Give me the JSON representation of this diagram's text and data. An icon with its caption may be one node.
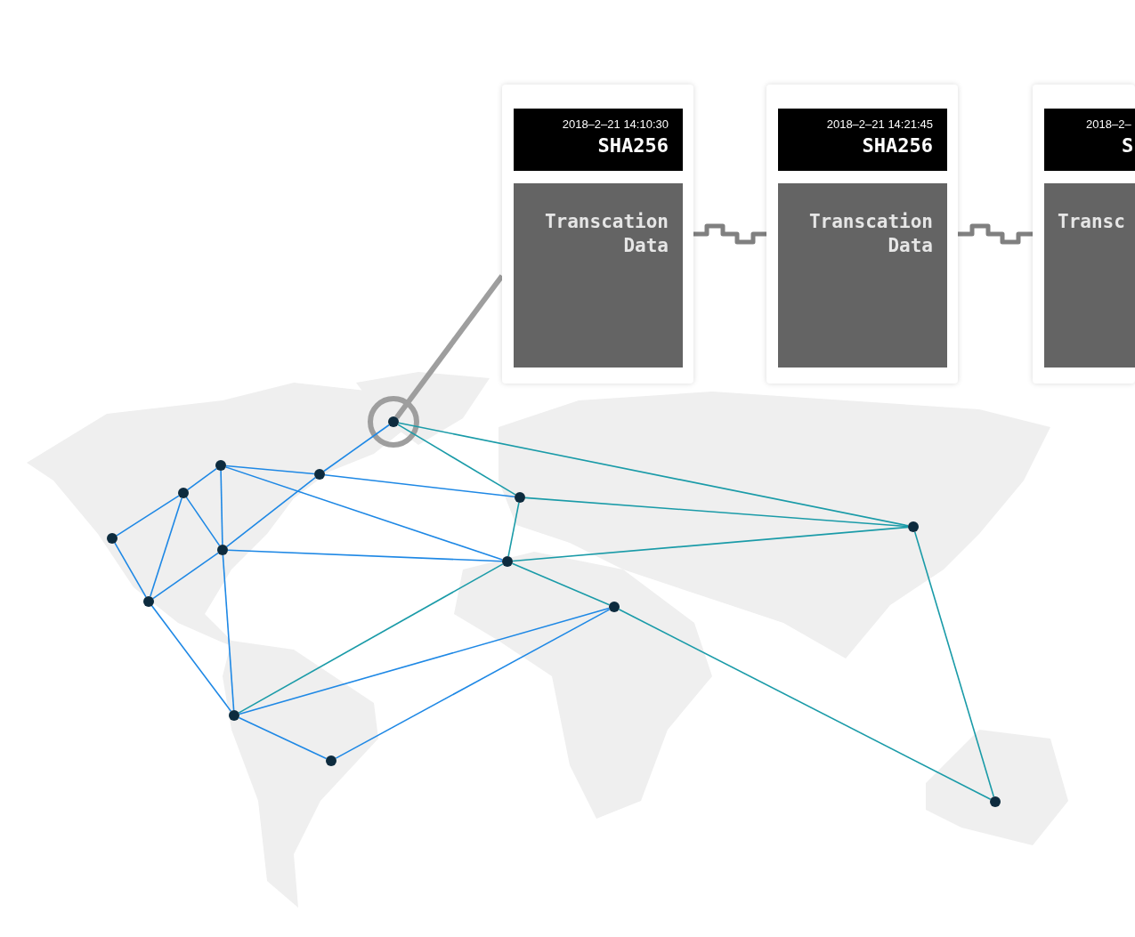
{
  "diagram": {
    "nodes": [
      {
        "text": [],
        "shape": "box"
      },
      {
        "text": [
          "2018–2–21 14:10:30",
          "SHA256"
        ],
        "in": 0
      },
      {
        "text": [
          "Transcation Data"
        ],
        "in": 0
      },
      {
        "text": [],
        "shape": "box"
      },
      {
        "text": [
          "2018–2–21 14:21:45",
          "SHA256"
        ],
        "in": 3
      },
      {
        "text": [
          "Transcation Data"
        ],
        "in": 3
      },
      {
        "text": [],
        "shape": "box"
      },
      {
        "text": [
          "2018–2–",
          "S"
        ],
        "in": 6
      },
      {
        "text": [
          "Transc"
        ],
        "in": 6
      },
      {
        "text": [],
        "shape": "circle"
      },
      {
        "text": [],
        "shape": "circle"
      },
      {
        "text": [],
        "shape": "circle"
      },
      {
        "text": [],
        "shape": "circle"
      },
      {
        "text": [],
        "shape": "circle"
      },
      {
        "text": [],
        "shape": "circle"
      },
      {
        "text": [],
        "shape": "circle"
      },
      {
        "text": [],
        "shape": "circle"
      },
      {
        "text": [],
        "shape": "circle"
      },
      {
        "text": [],
        "shape": "circle"
      },
      {
        "text": [],
        "shape": "circle"
      },
      {
        "text": [],
        "shape": "circle"
      },
      {
        "text": [],
        "shape": "circle"
      },
      {
        "text": [],
        "shape": "circle"
      }
    ],
    "edges": [
      {
        "from": 0,
        "to": 3,
        "arrow": "none",
        "style": "thick",
        "color": "#808080"
      },
      {
        "from": 3,
        "to": 6,
        "arrow": "none",
        "style": "thick",
        "color": "#808080"
      },
      {
        "from": 9,
        "to": 0,
        "arrow": "none",
        "style": "thick",
        "color": "#9e9e9e"
      },
      {
        "from": 9,
        "to": 12,
        "arrow": "none"
      },
      {
        "from": 9,
        "to": 16,
        "arrow": "none",
        "color": "#1a9ba8"
      },
      {
        "from": 9,
        "to": 18,
        "arrow": "none",
        "color": "#1a9ba8"
      },
      {
        "from": 10,
        "to": 12,
        "arrow": "none"
      },
      {
        "from": 12,
        "to": 16,
        "arrow": "none"
      },
      {
        "from": 10,
        "to": 17,
        "arrow": "none"
      },
      {
        "from": 10,
        "to": 14,
        "arrow": "none"
      },
      {
        "from": 10,
        "to": 11,
        "arrow": "none"
      },
      {
        "from": 11,
        "to": 14,
        "arrow": "none"
      },
      {
        "from": 11,
        "to": 13,
        "arrow": "none"
      },
      {
        "from": 11,
        "to": 15,
        "arrow": "none"
      },
      {
        "from": 13,
        "to": 15,
        "arrow": "none"
      },
      {
        "from": 15,
        "to": 14,
        "arrow": "none"
      },
      {
        "from": 14,
        "to": 12,
        "arrow": "none"
      },
      {
        "from": 14,
        "to": 17,
        "arrow": "none"
      },
      {
        "from": 14,
        "to": 20,
        "arrow": "none"
      },
      {
        "from": 15,
        "to": 20,
        "arrow": "none"
      },
      {
        "from": 16,
        "to": 17,
        "arrow": "none",
        "color": "#1a9ba8"
      },
      {
        "from": 16,
        "to": 18,
        "arrow": "none",
        "color": "#1a9ba8"
      },
      {
        "from": 17,
        "to": 18,
        "arrow": "none",
        "color": "#1a9ba8"
      },
      {
        "from": 17,
        "to": 19,
        "arrow": "none",
        "color": "#1a9ba8"
      },
      {
        "from": 17,
        "to": 20,
        "arrow": "none",
        "color": "#1a9ba8"
      },
      {
        "from": 19,
        "to": 20,
        "arrow": "none"
      },
      {
        "from": 19,
        "to": 21,
        "arrow": "none"
      },
      {
        "from": 20,
        "to": 21,
        "arrow": "none"
      },
      {
        "from": 19,
        "to": 22,
        "arrow": "none",
        "color": "#1a9ba8"
      },
      {
        "from": 18,
        "to": 22,
        "arrow": "none",
        "color": "#1a9ba8"
      }
    ]
  }
}
